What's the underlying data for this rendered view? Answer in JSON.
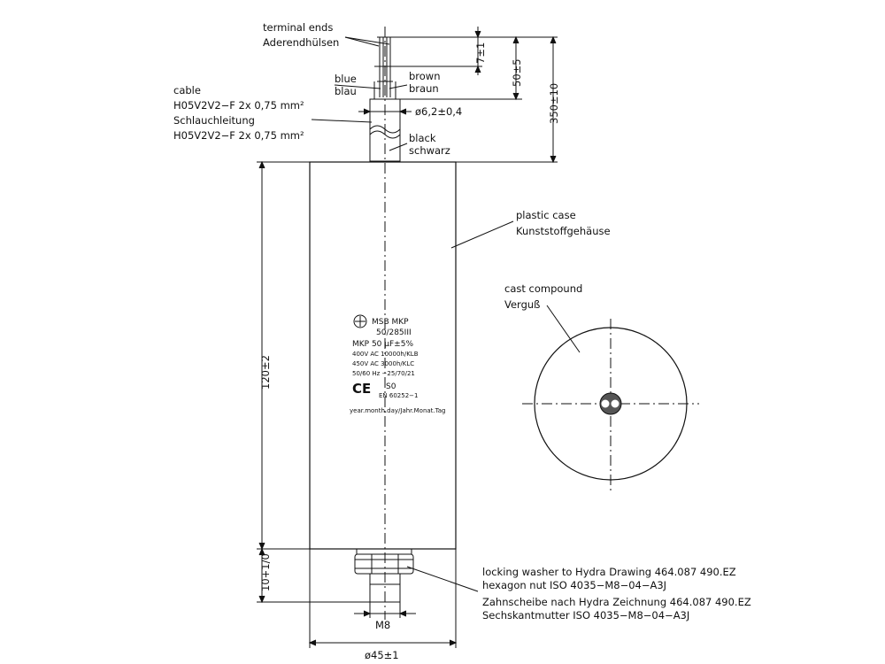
{
  "labels": {
    "terminal_en": "terminal ends",
    "terminal_de": "Aderendhülsen",
    "blue_en": "blue",
    "blue_de": "blau",
    "brown_en": "brown",
    "brown_de": "braun",
    "black_en": "black",
    "black_de": "schwarz",
    "cable_en": "cable",
    "cable_en_spec": "H05V2V2−F 2x 0,75 mm²",
    "cable_de": "Schlauchleitung",
    "cable_de_spec": "H05V2V2−F 2x 0,75 mm²",
    "plastic_en": "plastic case",
    "plastic_de": "Kunststoffgehäuse",
    "compound_en": "cast compound",
    "compound_de": "Verguß",
    "washer_1": "locking washer to Hydra Drawing 464.087 490.EZ",
    "washer_2": "hexagon nut ISO 4035−M8−04−A3J",
    "washer_3": "Zahnscheibe nach Hydra Zeichnung 464.087 490.EZ",
    "washer_4": "Sechskantmutter ISO 4035−M8−04−A3J"
  },
  "dimensions": {
    "d_7": "7±1",
    "d_50": "50±5",
    "d_350": "350±10",
    "d_cable": "ø6,2±0,4",
    "d_120": "120±2",
    "d_10": "10+1/0",
    "d_m8": "M8",
    "d_45": "ø45±1"
  },
  "case_label": {
    "brand": "MSB MKP",
    "model": "50/285III",
    "cap": "MKP 50 μF±5%",
    "l1": "400V AC 10000h/KLB",
    "l2": "450V AC 3000h/KLC",
    "l3": "50/60 Hz −25/70/21",
    "s0": "S0",
    "ce": "CE",
    "en": "EN 60252−1",
    "date": "year.month.day/Jahr.Monat.Tag"
  }
}
